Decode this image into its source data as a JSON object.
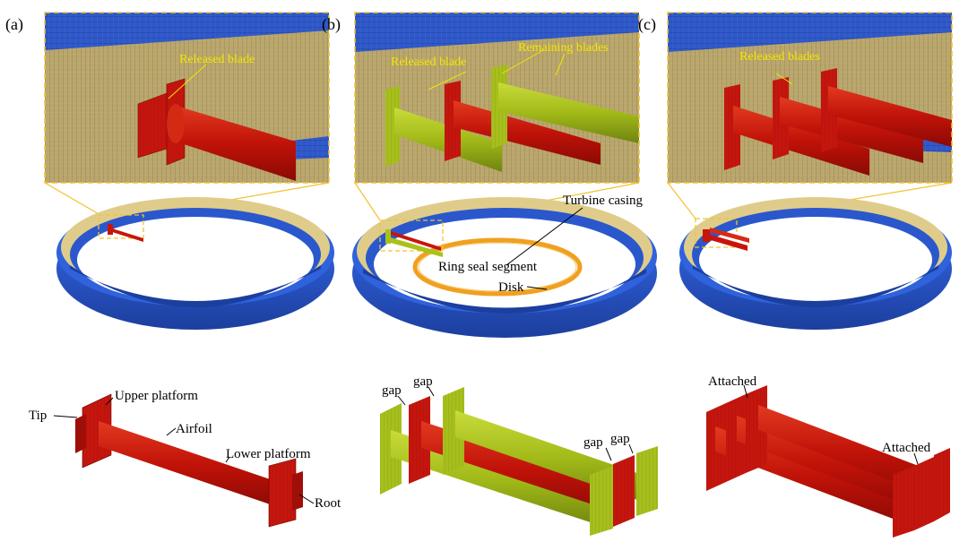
{
  "panels": {
    "a": {
      "tag": "(a)",
      "inset_label": "Released blade"
    },
    "b": {
      "tag": "(b)",
      "inset_label_released": "Released blade",
      "inset_label_remaining": "Remaining blades",
      "ring_labels": {
        "casing": "Turbine casing",
        "seal": "Ring seal segment",
        "disk": "Disk"
      }
    },
    "c": {
      "tag": "(c)",
      "inset_label": "Released blades"
    }
  },
  "bottom": {
    "a": {
      "tip": "Tip",
      "upper_platform": "Upper platform",
      "airfoil": "Airfoil",
      "lower_platform": "Lower platform",
      "root": "Root"
    },
    "b": {
      "gap1": "gap",
      "gap2": "gap",
      "gap3": "gap",
      "gap4": "gap"
    },
    "c": {
      "attached1": "Attached",
      "attached2": "Attached"
    }
  },
  "colors": {
    "casing_blue": "#2e5fd6",
    "casing_inner": "#e0cc8a",
    "blade_red": "#c8140c",
    "blade_green": "#a9c21a",
    "mesh_tan": "#b8a46a",
    "callout": "#f2c230",
    "disk_orange": "#f0a020"
  }
}
